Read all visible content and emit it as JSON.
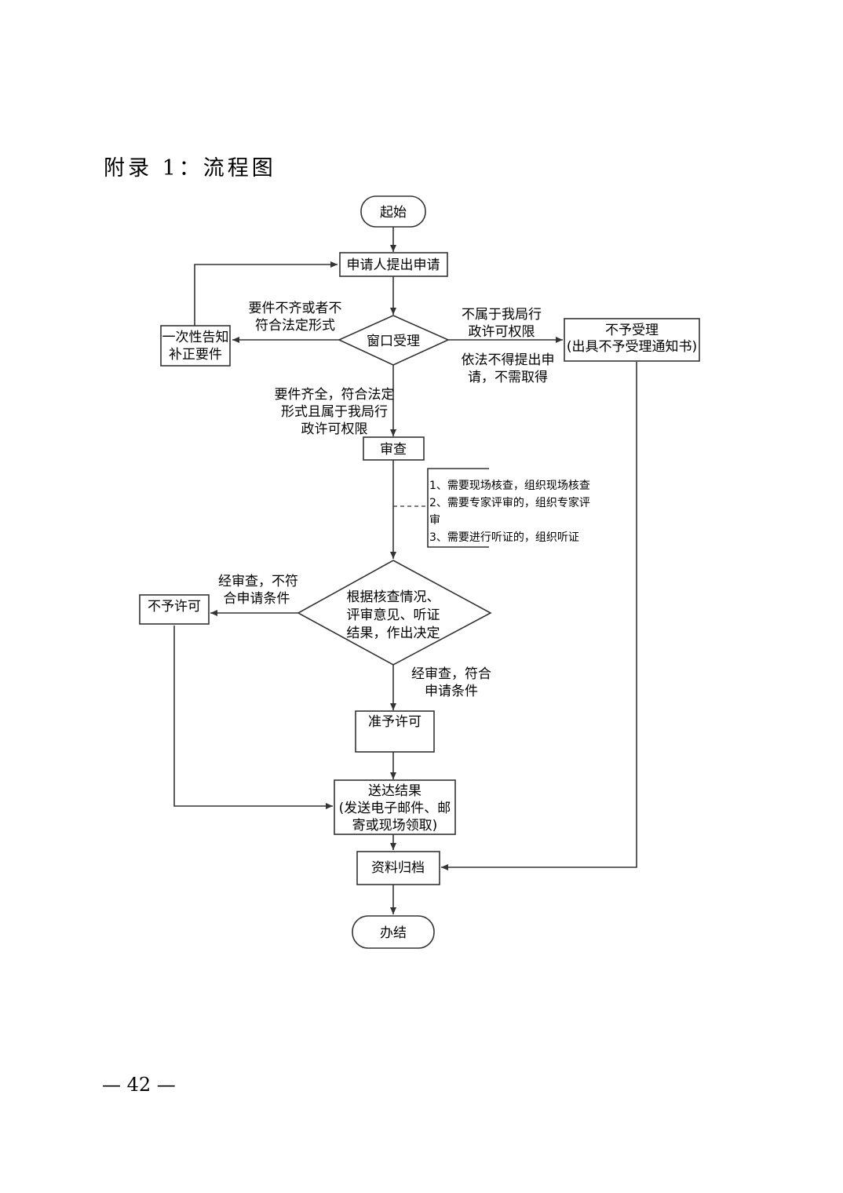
{
  "heading": "附录 1：流程图",
  "page_number": "— 42 —",
  "nodes": {
    "start": "起始",
    "apply": "申请人提出申请",
    "window": "窗口受理",
    "notify": [
      "一次性告知",
      "补正要件"
    ],
    "reject_accept": [
      "不予受理",
      "(出具不予受理通知书)"
    ],
    "review": "审查",
    "decide": [
      "根据核查情况、",
      "评审意见、听证",
      "结果，作出决定"
    ],
    "deny": "不予许可",
    "grant": "准予许可",
    "deliver": [
      "送达结果",
      "(发送电子邮件、邮",
      "寄或现场领取)"
    ],
    "archive": "资料归档",
    "end": "办结"
  },
  "edge_labels": {
    "incomplete": [
      "要件不齐或者不",
      "符合法定形式"
    ],
    "out_of_scope": [
      "不属于我局行",
      "政许可权限"
    ],
    "not_required": [
      "依法不得提出申",
      "请，不需取得"
    ],
    "complete": [
      "要件齐全，符合法定",
      "形式且属于我局行",
      "政许可权限"
    ],
    "not_qualified": [
      "经审查，不符",
      "合申请条件"
    ],
    "qualified": [
      "经审查，符合",
      "申请条件"
    ]
  },
  "review_note": [
    "1、需要现场核查，组织现场核查",
    "2、需要专家评审的，组织专家评",
    "审",
    "3、需要进行听证的，组织听证"
  ]
}
